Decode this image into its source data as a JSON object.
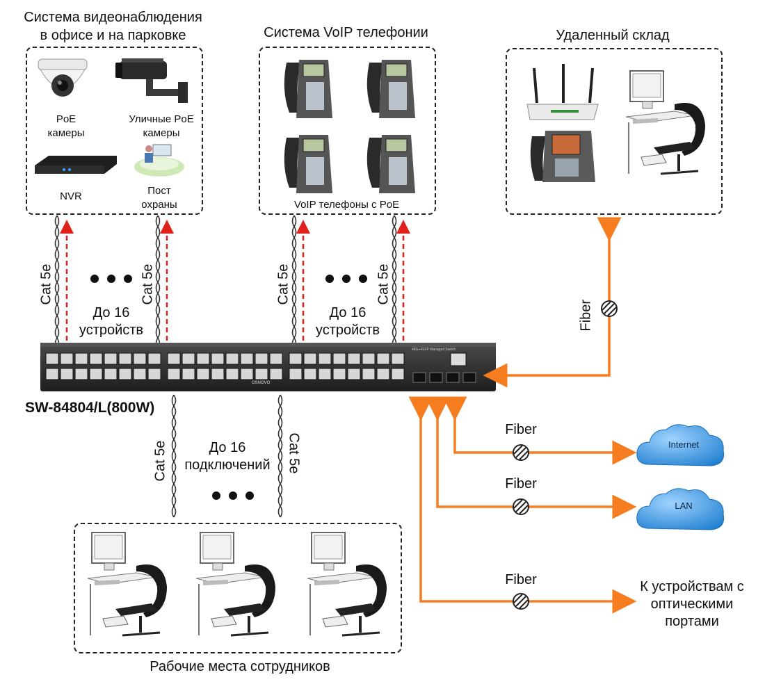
{
  "cctv": {
    "title_line1": "Система видеонаблюдения",
    "title_line2": "в офисе и на парковке",
    "poe_cam_l1": "PoE",
    "poe_cam_l2": "камеры",
    "street_cam_l1": "Уличные PoE",
    "street_cam_l2": "камеры",
    "nvr": "NVR",
    "guard_l1": "Пост",
    "guard_l2": "охраны"
  },
  "voip": {
    "title": "Система VoIP телефонии",
    "caption": "VoIP телефоны с PoE"
  },
  "warehouse": {
    "title": "Удаленный склад"
  },
  "links": {
    "cat5e": "Cat 5e",
    "fiber": "Fiber",
    "up_to_16_l1": "До 16",
    "up_to_16_devices_l2": "устройств",
    "up_to_16_conn_l2": "подключений"
  },
  "switch": {
    "model": "SW-84804/L(800W)",
    "brand": "OSNOVO",
    "panel_label": "48G+4SFP Managed Switch"
  },
  "clouds": {
    "internet": "Internet",
    "lan": "LAN"
  },
  "optical": {
    "l1": "К устройствам с",
    "l2": "оптическими",
    "l3": "портами"
  },
  "workstations": {
    "caption": "Рабочие места сотрудников"
  },
  "colors": {
    "orange": "#f57c1f",
    "red_dash": "#e0201a",
    "cloud": "#2f8fd8",
    "switch_body": "#2b2b2b"
  }
}
